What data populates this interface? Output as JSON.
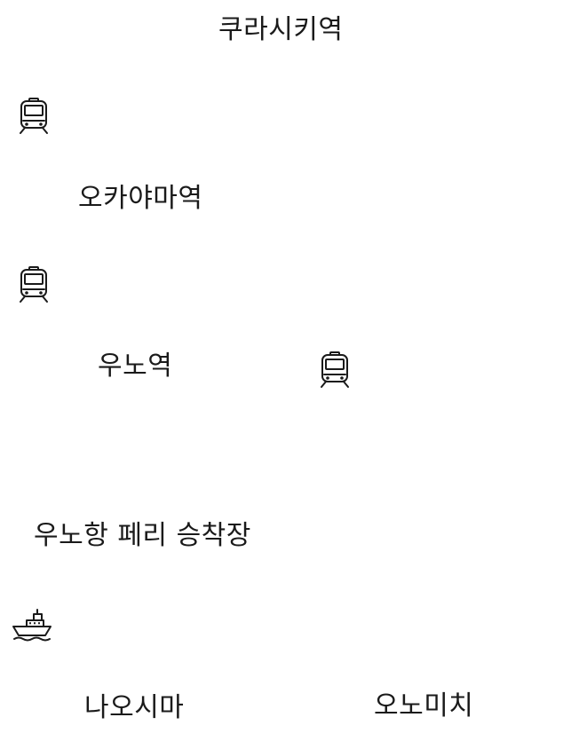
{
  "stations": {
    "kurashiki": "쿠라시키역",
    "okayama": "오카야마역",
    "uno": "우노역",
    "uno_port": "우노항 페리 승착장",
    "naoshima": "나오시마",
    "onomichi": "오노미치"
  },
  "icons": {
    "train_1": "train-icon",
    "train_2": "train-icon",
    "train_3": "train-icon",
    "ferry": "ferry-icon"
  },
  "colors": {
    "text": "#1a1a1a",
    "icon_stroke": "#1a1a1a",
    "background": "#ffffff"
  }
}
